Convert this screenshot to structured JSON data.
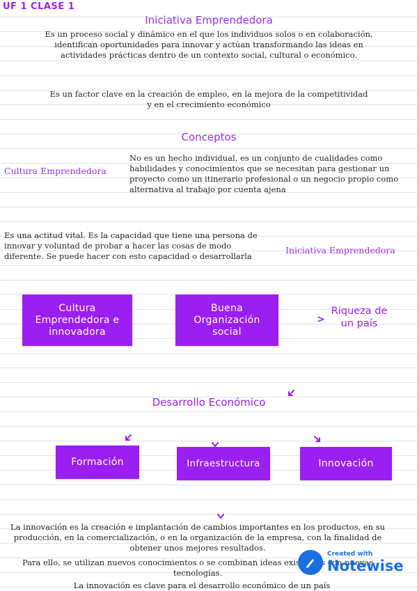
{
  "header": {
    "label": "UF 1 CLASE 1",
    "title": "Iniciativa Emprendedora"
  },
  "intro": {
    "p1": "Es un proceso social y dinámico en el que los individuos solos o en colaboración, identifican oportunidades para innovar y actúan transformando las ideas en actividades prácticas dentro de un contexto social, cultural o económico.",
    "p2": "Es un factor clave en la creación de empleo, en la mejora de la competitividad y en el crecimiento económico"
  },
  "conceptos": {
    "heading": "Conceptos",
    "cultura_label": "Cultura Emprendedora",
    "cultura_text": "No es un hecho individual, es un conjunto de cualidades como habilidades y conocimientos que se necesitan para gestionar un proyecto como un itinerario profesional o un negocio propio como alternativa al trabajo por cuenta ajena",
    "iniciativa_label": "Iniciativa Emprendedora",
    "iniciativa_text": "Es una actitud vital. Es la capacidad que tiene una persona de innovar y voluntad de probar a hacer las cosas de modo diferente. Se puede hacer con esto capacidad o desarrollarla"
  },
  "flow": {
    "box1": "Cultura Emprendedora e innovadora",
    "box2": "Buena Organización social",
    "result": "Riqueza de un país",
    "arrow_glyph": ">"
  },
  "desarrollo": {
    "heading": "Desarrollo Económico",
    "items": [
      "Formación",
      "Infraestructura",
      "Innovación"
    ]
  },
  "innovacion": {
    "p1": "La innovación es la creación e implantación de cambios importantes en los productos, en su producción, en la comercialización, o en la organización de la empresa, con la finalidad de obtener unos mejores resultados.",
    "p2": "Para ello, se utilizan nuevos conocimientos o se combinan ideas existentes con nuevas tecnologías.",
    "p3": "La innovación es clave para el desarrollo económico de un país"
  },
  "badge": {
    "small": "Created with",
    "brand": "Notewise"
  },
  "colors": {
    "accent": "#9b1ff0",
    "brand_blue": "#1a6fe0"
  }
}
